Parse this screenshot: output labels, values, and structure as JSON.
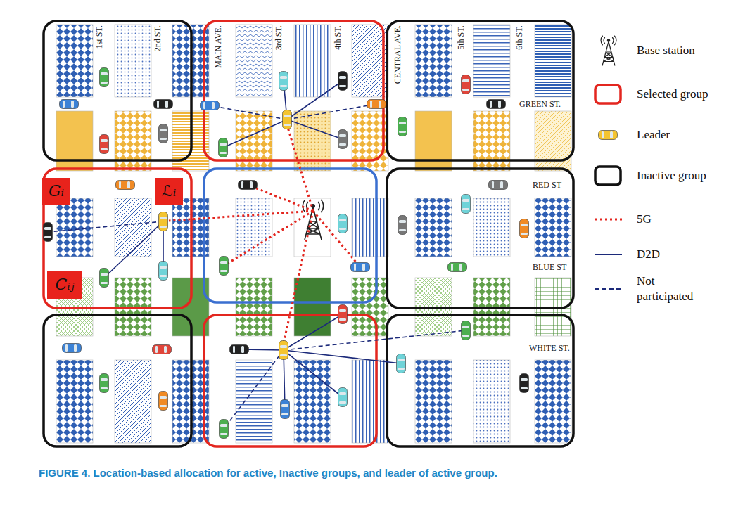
{
  "diagram": {
    "caption": "FIGURE 4. Location-based allocation for active, Inactive groups, and leader of active group.",
    "nodes": [
      {
        "text": [
          "Gᵢ"
        ]
      },
      {
        "text": [
          "ℒᵢ"
        ]
      },
      {
        "text": [
          "Cᵢⱼ"
        ]
      }
    ],
    "labels": [
      "1st ST.",
      "2nd ST.",
      "MAIN AVE.",
      "3rd ST.",
      "4th ST.",
      "CENTRAL AVE.",
      "5th ST.",
      "6th ST.",
      "GREEN ST.",
      "RED ST",
      "BLUE ST",
      "WHITE ST."
    ],
    "legend": [
      {
        "text": "Base station"
      },
      {
        "text": "Selected group"
      },
      {
        "text": "Leader"
      },
      {
        "text": "Inactive group"
      },
      {
        "text": "5G"
      },
      {
        "text": "D2D"
      },
      {
        "text": "Not participated"
      }
    ]
  }
}
